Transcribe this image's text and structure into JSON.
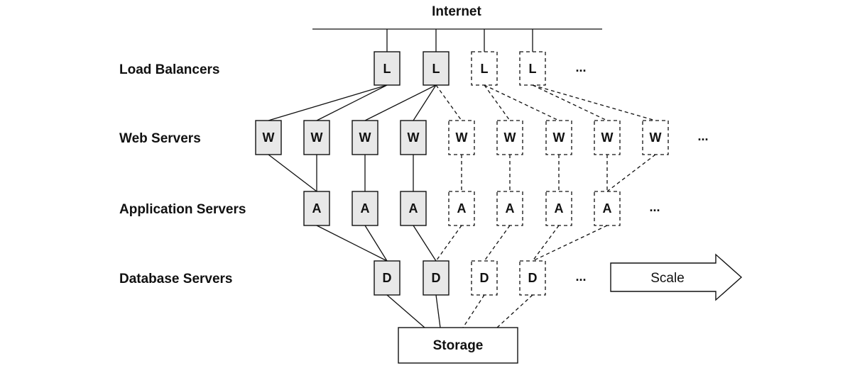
{
  "internet": {
    "label": "Internet"
  },
  "rows": {
    "load_balancers": "Load Balancers",
    "web_servers": "Web Servers",
    "application_servers": "Application Servers",
    "database_servers": "Database Servers"
  },
  "nodes": {
    "load_balancer": "L",
    "web_server": "W",
    "application_server": "A",
    "database_server": "D"
  },
  "ellipsis": "...",
  "storage": {
    "label": "Storage"
  },
  "scale_arrow": {
    "label": "Scale"
  },
  "counts": {
    "load_balancers_solid": 2,
    "load_balancers_dashed": 2,
    "web_servers_solid": 4,
    "web_servers_dashed": 5,
    "application_servers_solid": 3,
    "application_servers_dashed": 4,
    "database_servers_solid": 2,
    "database_servers_dashed": 2
  }
}
